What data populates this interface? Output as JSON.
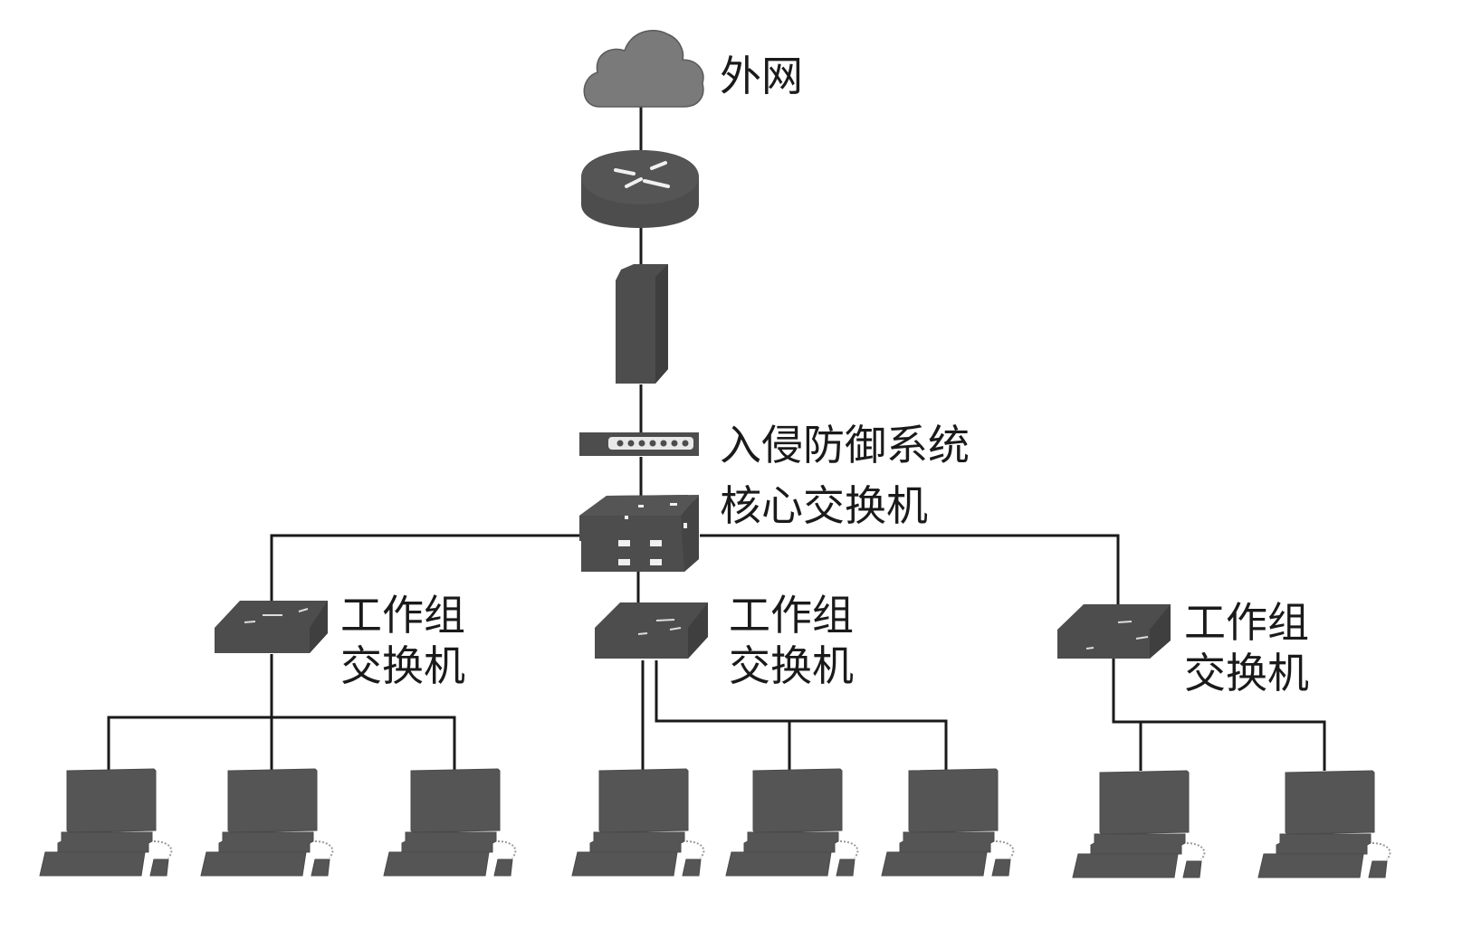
{
  "diagram": {
    "type": "network-topology",
    "colors": {
      "device_fill": "#4d4d4d",
      "cloud_fill": "#7a7a7a",
      "line": "#1a1a1a",
      "highlight": "#e8e8e8",
      "background": "#ffffff"
    },
    "nodes": {
      "internet": {
        "label": "外网",
        "icon": "cloud-icon"
      },
      "router": {
        "label": "",
        "icon": "router-icon"
      },
      "firewall": {
        "label": "",
        "icon": "firewall-icon"
      },
      "ips": {
        "label": "入侵防御系统",
        "icon": "ips-appliance-icon"
      },
      "core_switch": {
        "label": "核心交换机",
        "icon": "core-switch-icon"
      },
      "workgroup_switches": [
        {
          "label_line1": "工作组",
          "label_line2": "交换机",
          "icon": "switch-icon",
          "pc_count": 3
        },
        {
          "label_line1": "工作组",
          "label_line2": "交换机",
          "icon": "switch-icon",
          "pc_count": 3
        },
        {
          "label_line1": "工作组",
          "label_line2": "交换机",
          "icon": "switch-icon",
          "pc_count": 2
        }
      ]
    },
    "links": [
      [
        "internet",
        "router"
      ],
      [
        "router",
        "firewall"
      ],
      [
        "firewall",
        "ips"
      ],
      [
        "ips",
        "core_switch"
      ],
      [
        "core_switch",
        "workgroup_switch_1"
      ],
      [
        "core_switch",
        "workgroup_switch_2"
      ],
      [
        "core_switch",
        "workgroup_switch_3"
      ],
      [
        "workgroup_switch_1",
        "pc_1"
      ],
      [
        "workgroup_switch_1",
        "pc_2"
      ],
      [
        "workgroup_switch_1",
        "pc_3"
      ],
      [
        "workgroup_switch_2",
        "pc_4"
      ],
      [
        "workgroup_switch_2",
        "pc_5"
      ],
      [
        "workgroup_switch_2",
        "pc_6"
      ],
      [
        "workgroup_switch_3",
        "pc_7"
      ],
      [
        "workgroup_switch_3",
        "pc_8"
      ]
    ]
  }
}
